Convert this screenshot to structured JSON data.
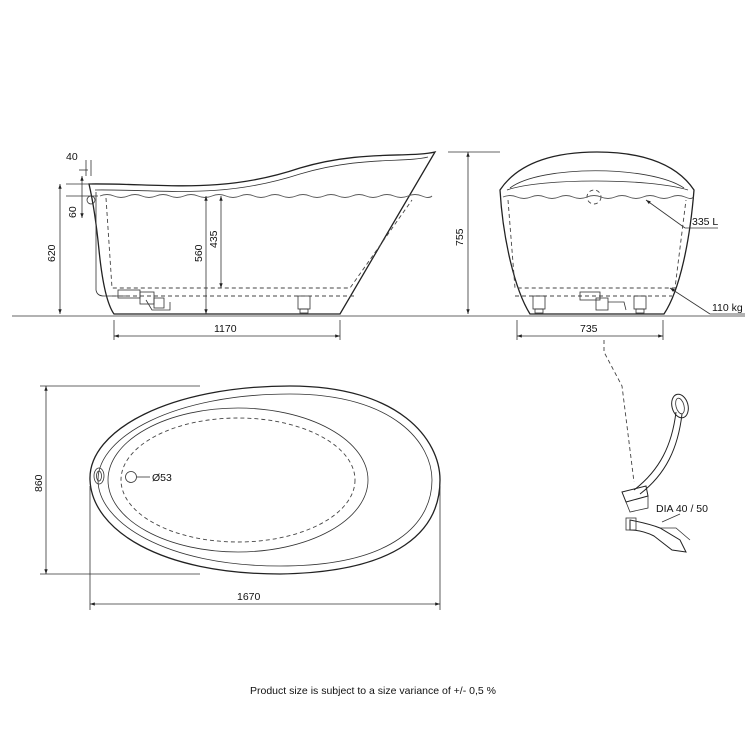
{
  "side_view": {
    "dim_rim_40": "40",
    "dim_rim_60": "60",
    "dim_height_620": "620",
    "dim_water_560": "560",
    "dim_depth_435": "435",
    "dim_length_1170": "1170"
  },
  "end_view": {
    "dim_height_755": "755",
    "dim_width_735": "735",
    "label_volume": "335 L",
    "label_weight": "110 kg"
  },
  "top_view": {
    "dim_width_860": "860",
    "dim_length_1670": "1670",
    "label_drain": "Ø53"
  },
  "drain_detail": {
    "label_dia": "DIA 40 / 50"
  },
  "footer": {
    "note": "Product size is subject to a size variance of +/- 0,5 %"
  }
}
